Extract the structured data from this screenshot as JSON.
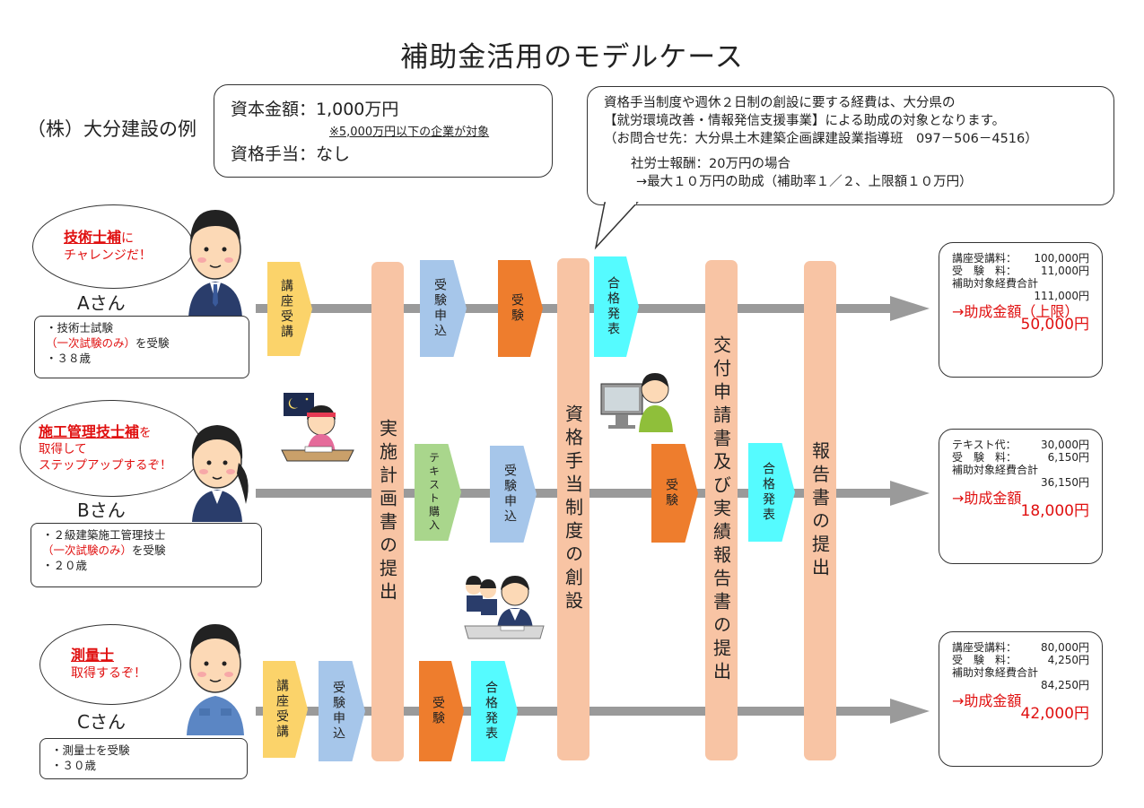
{
  "title": "補助金活用のモデルケース",
  "company": "（株）大分建設の例",
  "capital": {
    "line1": "資本金額：1,000万円",
    "note": "※5,000万円以下の企業が対象",
    "line2": "資格手当：なし"
  },
  "subsidy_note": {
    "l1": "資格手当制度や週休２日制の創設に要する経費は、大分県の",
    "l2": "【就労環境改善・情報発信支援事業】による助成の対象となります。",
    "l3": "（お問合せ先：大分県土木建築企画課建設業指導班　097－506－4516）",
    "l4": "社労士報酬：20万円の場合",
    "l5": "→最大１０万円の助成（補助率１／２、上限額１０万円）"
  },
  "pillars": {
    "plan": "実施計画書の提出",
    "system": "資格手当制度の創設",
    "application": "交付申請書及び実績報告書の提出",
    "report": "報告書の提出"
  },
  "personA": {
    "bubble_hl": "技術士補",
    "bubble_tail": "に",
    "bubble_l2": "チャレンジだ！",
    "name": "Aさん",
    "info1": "・技術士試験",
    "info2": "（一次試験のみ）",
    "info2b": "を受験",
    "info3": "・３８歳",
    "steps": [
      "講座受講",
      "受験申込",
      "受験",
      "合格発表"
    ],
    "result": {
      "r1_label": "講座受講料：",
      "r1_val": "100,000円",
      "r2_label": "受　験　料：",
      "r2_val": "11,000円",
      "r3_label": "補助対象経費合計",
      "r3_val": "111,000円",
      "grant_label": "→助成金額（上限）",
      "grant_val": "50,000円"
    }
  },
  "personB": {
    "bubble_hl": "施工管理技士補",
    "bubble_tail": "を",
    "bubble_l2": "取得して",
    "bubble_l3": "ステップアップするぞ！",
    "name": "Bさん",
    "info1": "・２級建築施工管理技士",
    "info2": "（一次試験のみ）",
    "info2b": "を受験",
    "info3": "・２０歳",
    "steps": [
      "テキスト購入",
      "受験申込",
      "受験",
      "合格発表"
    ],
    "result": {
      "r1_label": "テキスト代：",
      "r1_val": "30,000円",
      "r2_label": "受　験　料：",
      "r2_val": "6,150円",
      "r3_label": "補助対象経費合計",
      "r3_val": "36,150円",
      "grant_label": "→助成金額",
      "grant_val": "18,000円"
    }
  },
  "personC": {
    "bubble_hl": "測量士",
    "bubble_l2": "取得するぞ！",
    "name": "Cさん",
    "info1": "・測量士を受験",
    "info3": "・３０歳",
    "steps": [
      "講座受講",
      "受験申込",
      "受験",
      "合格発表"
    ],
    "result": {
      "r1_label": "講座受講料：",
      "r1_val": "80,000円",
      "r2_label": "受　験　料：",
      "r2_val": "4,250円",
      "r3_label": "補助対象経費合計",
      "r3_val": "84,250円",
      "grant_label": "→助成金額",
      "grant_val": "42,000円"
    }
  },
  "colors": {
    "course": "#fbd36a",
    "apply": "#a6c6ea",
    "exam": "#ee7d2d",
    "pass": "#55fbff",
    "text": "#a9d68c",
    "pillar": "#f8c4a4",
    "highlight": "#e01010"
  }
}
